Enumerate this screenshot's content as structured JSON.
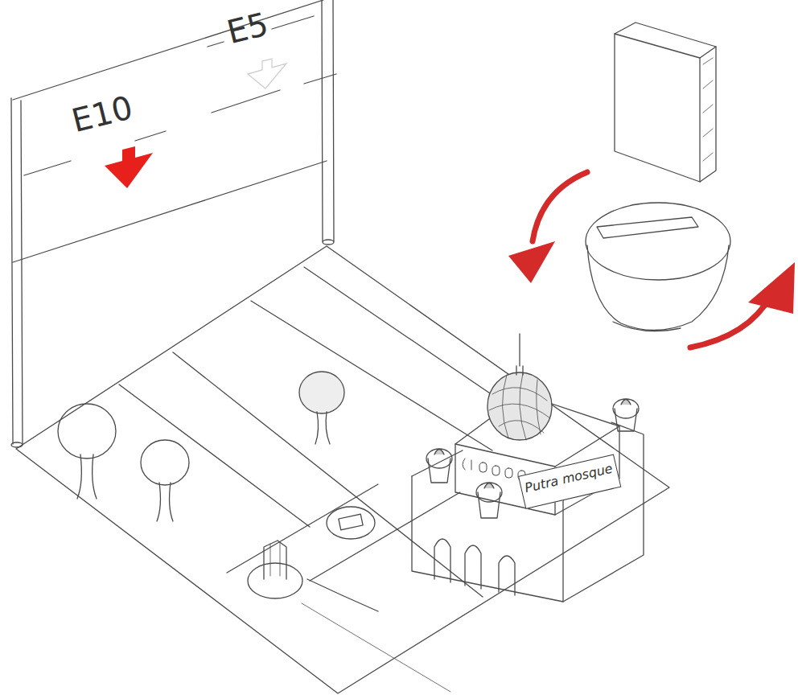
{
  "diagram": {
    "nodes": [
      {
        "text": [
          "E10",
          "E5"
        ]
      },
      {
        "text": [
          "Putra mosque"
        ]
      }
    ],
    "edges": []
  }
}
